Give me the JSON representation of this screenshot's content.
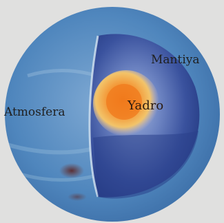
{
  "diagram": {
    "labels": {
      "mantle": "Mantiya",
      "core": "Yadro",
      "atmosphere": "Atmosfera"
    },
    "colors": {
      "background": "#e0e0df",
      "atmosphere_outer": "#4f86bd",
      "atmosphere_light": "#9fc2de",
      "mantle_dark": "#2a3f8a",
      "mantle_mid": "#5f79b8",
      "core_hot": "#f07a1c",
      "core_glow": "#f2c46a",
      "storm_spot": "#6b3a3a"
    }
  }
}
